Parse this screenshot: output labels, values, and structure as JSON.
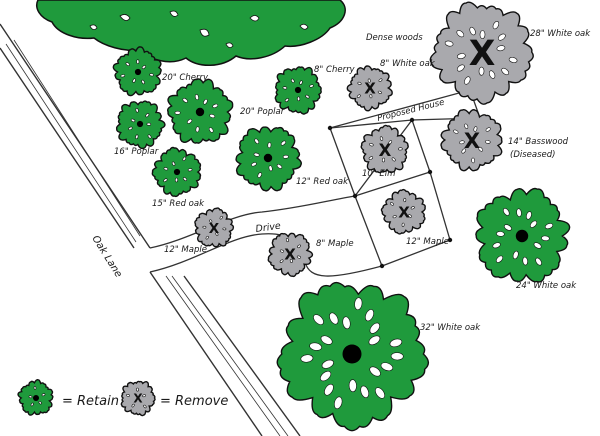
{
  "colors": {
    "retain": "#1f9a3c",
    "remove": "#a9a9ad",
    "outline": "#111111",
    "line": "#333333"
  },
  "labels": {
    "dense_woods": "Dense woods",
    "white_oak_28": "28\" White oak",
    "cherry_20": "20\" Cherry",
    "cherry_8": "8\" Cherry",
    "white_oak_8": "8\" White oak",
    "poplar_20": "20\" Poplar",
    "poplar_16": "16\" Poplar",
    "proposed_house": "Proposed House",
    "basswood_14": "14\" Basswood",
    "diseased": "(Diseased)",
    "elm_10": "10\" Elm",
    "red_oak_12": "12\" Red oak",
    "red_oak_15": "15\" Red oak",
    "drive": "Drive",
    "maple_12_left": "12\" Maple",
    "maple_8": "8\" Maple",
    "maple_12_right": "12\" Maple",
    "oak_lane": "Oak Lane",
    "white_oak_24": "24\" White oak",
    "white_oak_32": "32\" White oak"
  },
  "legend": {
    "retain_text": "= Retain",
    "remove_text": "= Remove",
    "remove_mark": "X"
  },
  "trees": [
    {
      "id": "white-oak-28",
      "status": "remove",
      "label": "white_oak_28"
    },
    {
      "id": "cherry-20",
      "status": "retain",
      "label": "cherry_20"
    },
    {
      "id": "cherry-8",
      "status": "retain",
      "label": "cherry_8"
    },
    {
      "id": "white-oak-8",
      "status": "remove",
      "label": "white_oak_8"
    },
    {
      "id": "poplar-20",
      "status": "retain",
      "label": "poplar_20"
    },
    {
      "id": "poplar-16",
      "status": "retain",
      "label": "poplar_16"
    },
    {
      "id": "basswood-14",
      "status": "remove",
      "label": "basswood_14"
    },
    {
      "id": "elm-10",
      "status": "remove",
      "label": "elm_10"
    },
    {
      "id": "red-oak-12",
      "status": "retain",
      "label": "red_oak_12"
    },
    {
      "id": "red-oak-15",
      "status": "retain",
      "label": "red_oak_15"
    },
    {
      "id": "maple-12-left",
      "status": "remove",
      "label": "maple_12_left"
    },
    {
      "id": "maple-8",
      "status": "remove",
      "label": "maple_8"
    },
    {
      "id": "maple-12-right",
      "status": "remove",
      "label": "maple_12_right"
    },
    {
      "id": "white-oak-24",
      "status": "retain",
      "label": "white_oak_24"
    },
    {
      "id": "white-oak-32",
      "status": "retain",
      "label": "white_oak_32"
    }
  ]
}
